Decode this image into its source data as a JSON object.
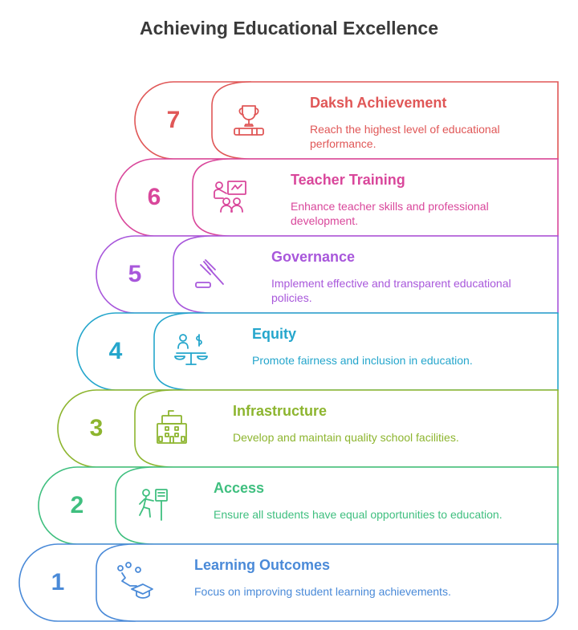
{
  "title": "Achieving Educational Excellence",
  "steps": [
    {
      "number": "7",
      "title": "Daksh Achievement",
      "description": "Reach the highest level of educational performance.",
      "color": "#e05757",
      "icon": "trophy-icon"
    },
    {
      "number": "6",
      "title": "Teacher Training",
      "description": "Enhance teacher skills and professional development.",
      "color": "#d9479b",
      "icon": "teacher-icon"
    },
    {
      "number": "5",
      "title": "Governance",
      "description": "Implement effective and transparent educational policies.",
      "color": "#a857db",
      "icon": "gavel-icon"
    },
    {
      "number": "4",
      "title": "Equity",
      "description": "Promote fairness and inclusion in education.",
      "color": "#25a6cc",
      "icon": "balance-scale-icon"
    },
    {
      "number": "3",
      "title": "Infrastructure",
      "description": "Develop and maintain quality school facilities.",
      "color": "#8db52f",
      "icon": "building-icon"
    },
    {
      "number": "2",
      "title": "Access",
      "description": "Ensure all students have equal opportunities to education.",
      "color": "#3fbf7f",
      "icon": "person-walking-sign-icon"
    },
    {
      "number": "1",
      "title": "Learning Outcomes",
      "description": "Focus on improving student learning achievements.",
      "color": "#4a8ad8",
      "icon": "graduation-cap-icon"
    }
  ]
}
